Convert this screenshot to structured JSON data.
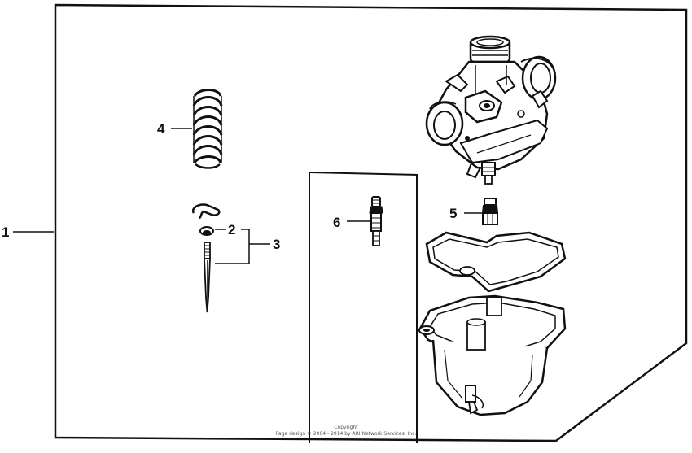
{
  "callouts": {
    "c1": "1",
    "c2": "2",
    "c3": "3",
    "c4": "4",
    "c5": "5",
    "c6": "6"
  },
  "copyright": {
    "line1": "Copyright",
    "line2": "Page design © 2004 - 2014 by ARI Network Services, Inc."
  }
}
